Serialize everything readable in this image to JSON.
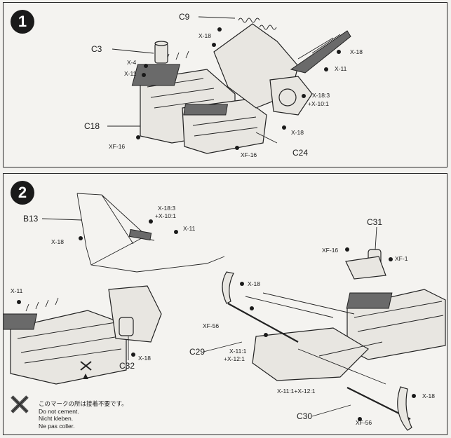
{
  "step1": {
    "number": "1",
    "labels": {
      "c9": "C9",
      "c3": "C3",
      "c18": "C18",
      "c24": "C24",
      "x18_top": "X-18",
      "x4": "X-4",
      "x11_left": "X-11",
      "x18_right": "X-18",
      "x11_right": "X-11",
      "x18_3": "X-18:3",
      "x10_1": "+X-10:1",
      "x18_mid": "X-18",
      "xf16_left": "XF-16",
      "xf16_bottom": "XF-16"
    }
  },
  "step2": {
    "number": "2",
    "labels": {
      "b13": "B13",
      "x18_b13": "X-18",
      "x18_3": "X-18:3",
      "x10_1": "+X-10:1",
      "x11_top": "X-11",
      "c31": "C31",
      "xf16": "XF-16",
      "xf1": "XF-1",
      "x11_left": "X-11",
      "x18_left": "X-18",
      "xf56_left": "XF-56",
      "c29": "C29",
      "x11_1": "X-11:1",
      "x12_1": "+X-12:1",
      "c32": "C32",
      "x18_c32": "X-18",
      "x11_12": "X-11:1+X-12:1",
      "x18_right": "X-18",
      "c30": "C30",
      "xf56_bottom": "XF-56"
    },
    "note": {
      "jp": "このマークの所は接着不要です。",
      "en": "Do not cement.",
      "de": "Nicht kleben.",
      "fr": "Ne pas coller."
    }
  }
}
